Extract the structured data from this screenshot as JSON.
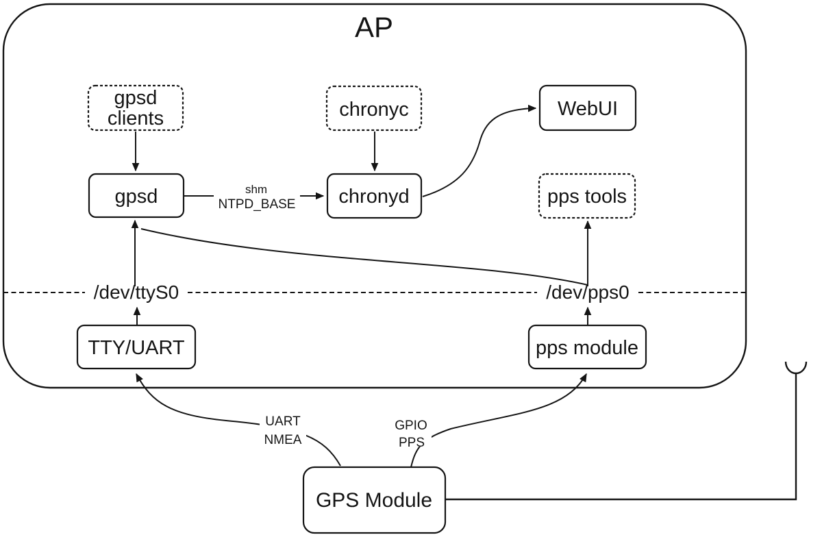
{
  "title": "AP",
  "nodes": {
    "gpsd_clients": {
      "line1": "gpsd",
      "line2": "clients",
      "style": "dashed"
    },
    "chronyc": {
      "label": "chronyc",
      "style": "dashed"
    },
    "webui": {
      "label": "WebUI",
      "style": "solid"
    },
    "gpsd": {
      "label": "gpsd",
      "style": "solid"
    },
    "chronyd": {
      "label": "chronyd",
      "style": "solid"
    },
    "pps_tools": {
      "label": "pps tools",
      "style": "dashed"
    },
    "tty_uart": {
      "label": "TTY/UART",
      "style": "solid"
    },
    "pps_module": {
      "label": "pps module",
      "style": "solid"
    },
    "gps_module": {
      "label": "GPS Module",
      "style": "solid"
    }
  },
  "device_files": {
    "serial": "/dev/ttyS0",
    "pps": "/dev/pps0"
  },
  "edge_labels": {
    "shm": {
      "line1": "shm",
      "line2": "NTPD_BASE"
    },
    "uart": {
      "line1": "UART",
      "line2": "NMEA"
    },
    "gpio": {
      "line1": "GPIO",
      "line2": "PPS"
    }
  },
  "colors": {
    "line": "#141414",
    "background": "#ffffff"
  }
}
